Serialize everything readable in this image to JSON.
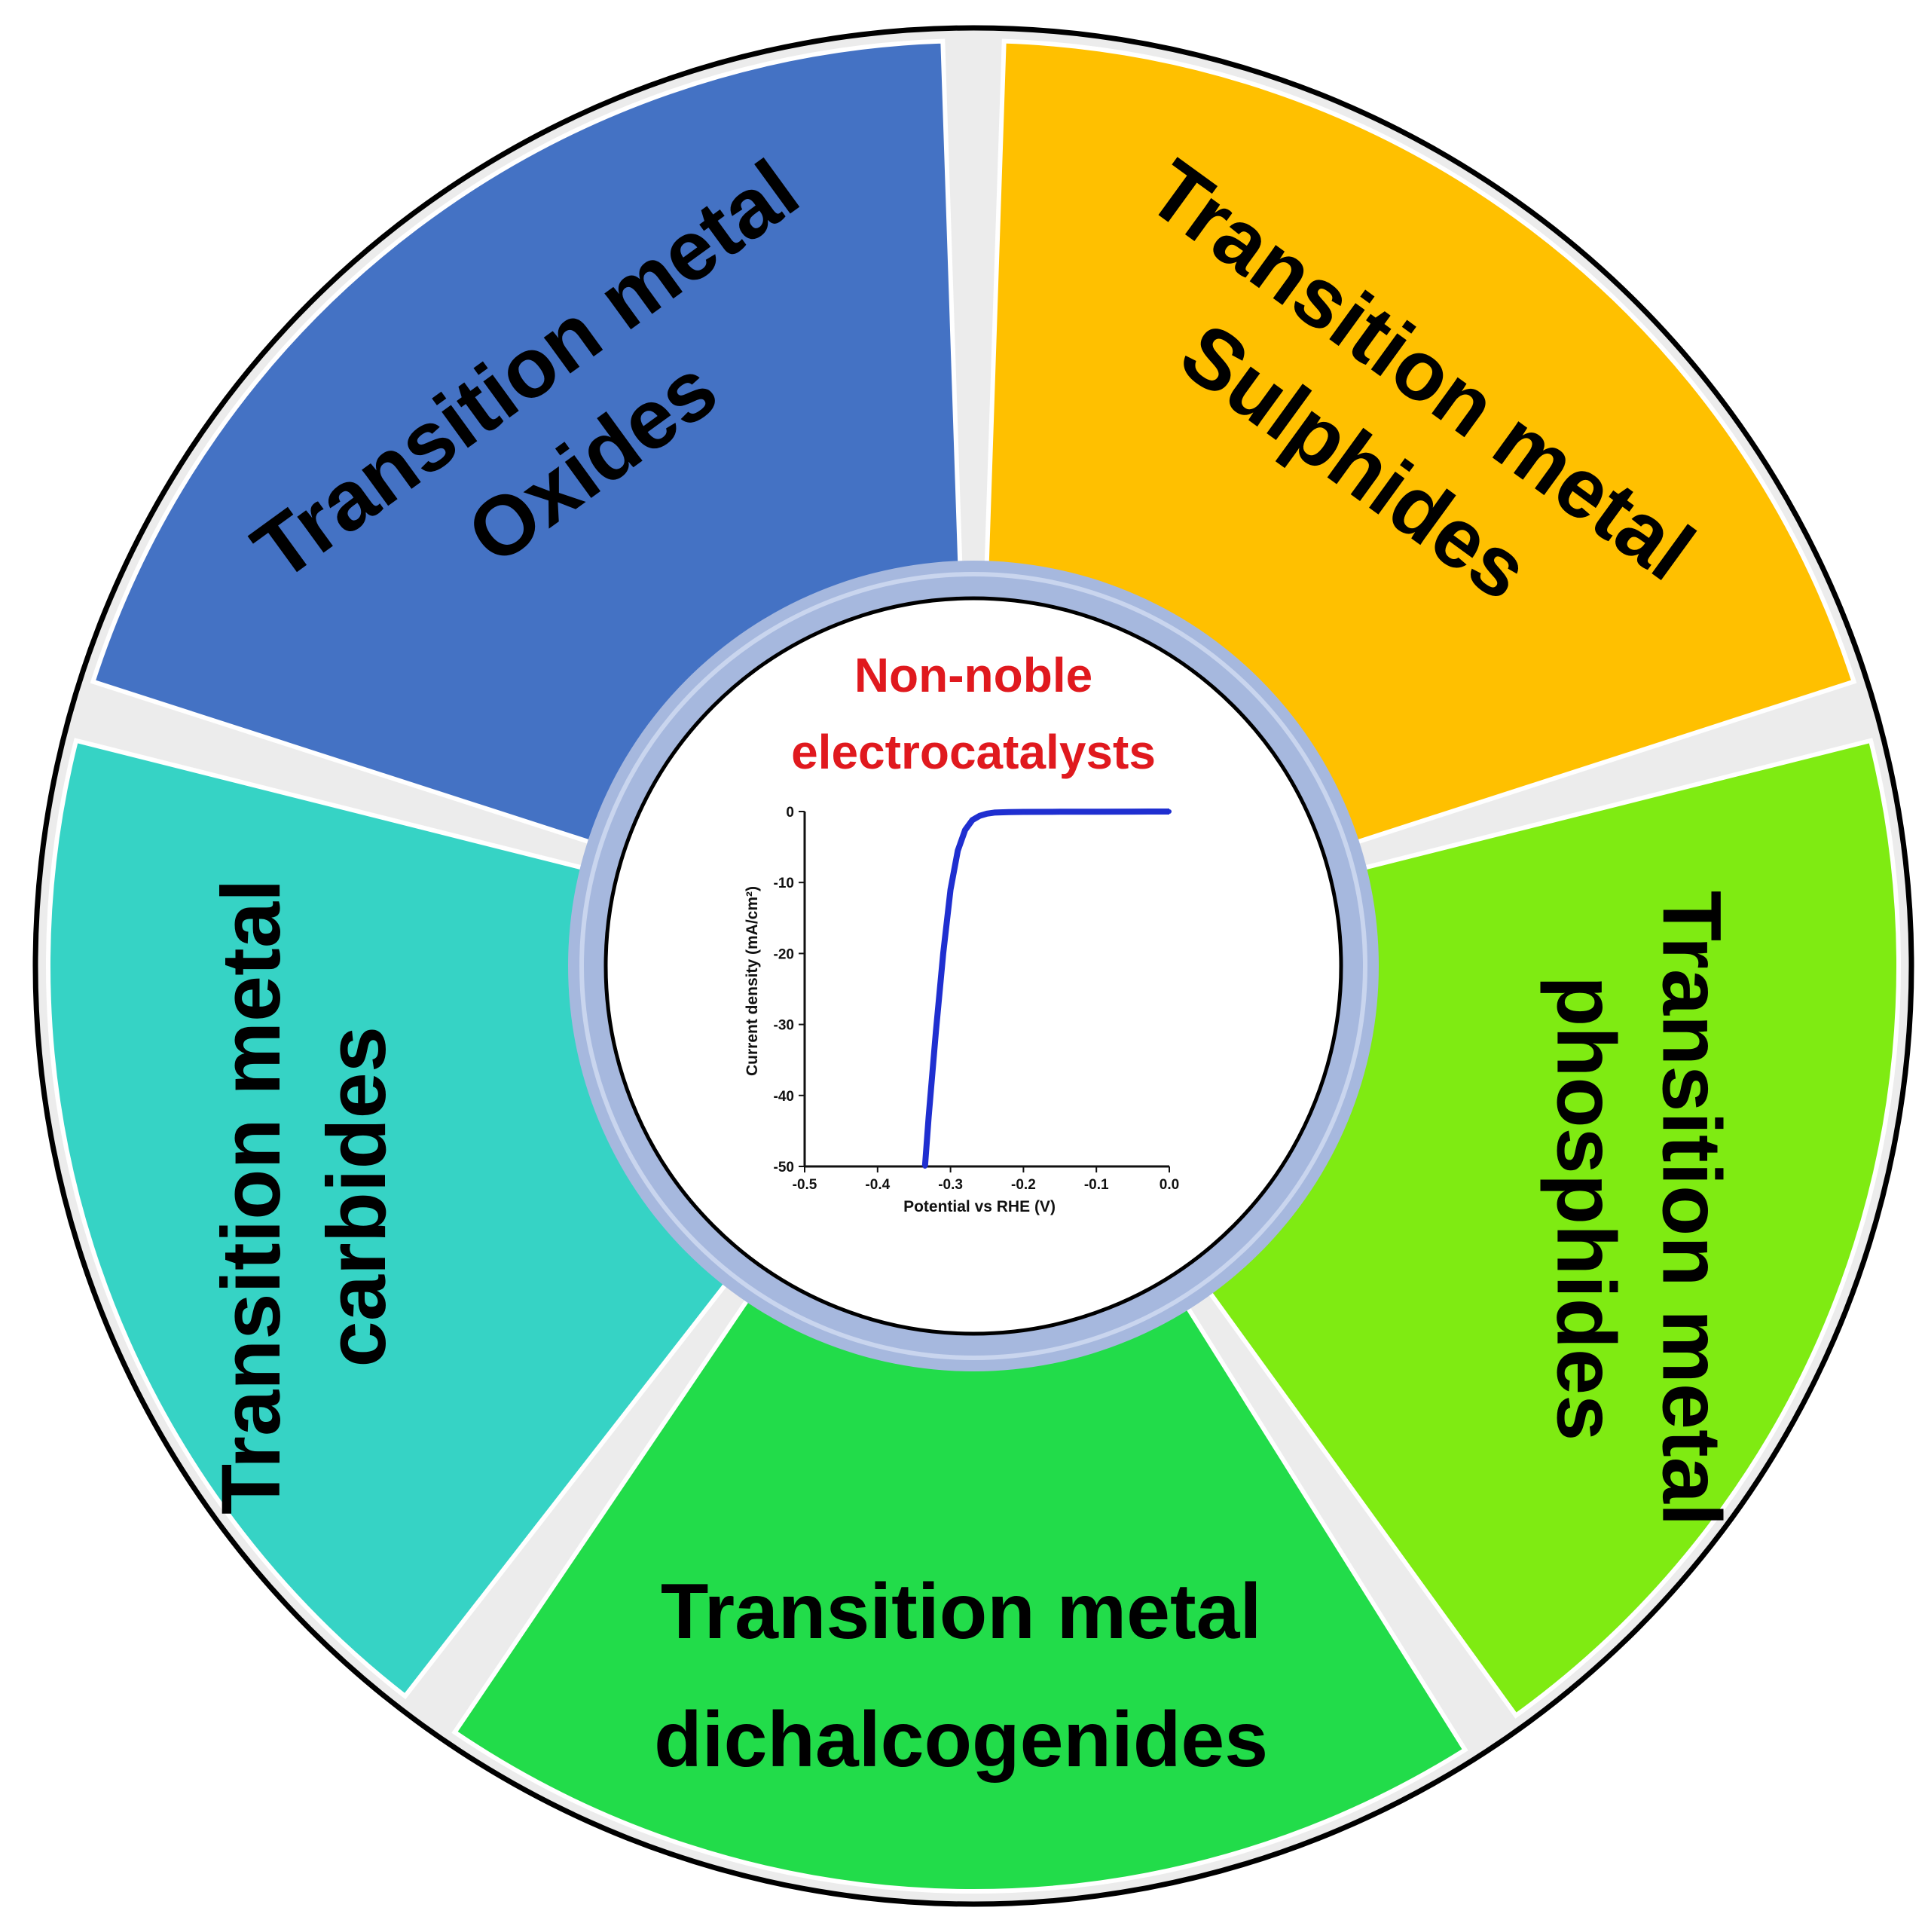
{
  "segments": [
    {
      "key": "oxides",
      "lines": [
        "Transition metal",
        "Oxides"
      ],
      "color": "#4472C4"
    },
    {
      "key": "sulphides",
      "lines": [
        "Transition metal",
        "Sulphides"
      ],
      "color": "#FFC000"
    },
    {
      "key": "phosphides",
      "lines": [
        "Transition metal",
        "phosphides"
      ],
      "color": "#7FEB12"
    },
    {
      "key": "dichalcogenides",
      "lines": [
        "Transition metal",
        "dichalcogenides"
      ],
      "color": "#22DC4A"
    },
    {
      "key": "carbides",
      "lines": [
        "Transition metal",
        "carbides"
      ],
      "color": "#36D3C5"
    }
  ],
  "center": {
    "title_line1": "Non-noble",
    "title_line2": "electrocatalysts",
    "title_color": "#E0191E",
    "ring_color": "#A6B8DE"
  },
  "chart_data": {
    "type": "line",
    "xlabel": "Potential vs RHE (V)",
    "ylabel": "Current density (mA/cm²)",
    "xlim": [
      -0.5,
      0.0
    ],
    "ylim": [
      -50,
      0
    ],
    "xticks": [
      "-0.5",
      "-0.4",
      "-0.3",
      "-0.2",
      "-0.1",
      "0.0"
    ],
    "yticks": [
      "0",
      "-10",
      "-20",
      "-30",
      "-40",
      "-50"
    ],
    "series": [
      {
        "color": "#1F2FD0",
        "x": [
          -0.335,
          -0.33,
          -0.32,
          -0.31,
          -0.3,
          -0.29,
          -0.28,
          -0.27,
          -0.26,
          -0.25,
          -0.24,
          -0.22,
          -0.2,
          -0.15,
          -0.1,
          -0.05,
          0.0
        ],
        "y": [
          -50,
          -43,
          -31,
          -20,
          -11,
          -5.5,
          -2.6,
          -1.2,
          -0.6,
          -0.3,
          -0.15,
          -0.08,
          -0.05,
          -0.03,
          -0.02,
          -0.01,
          0
        ]
      }
    ]
  }
}
